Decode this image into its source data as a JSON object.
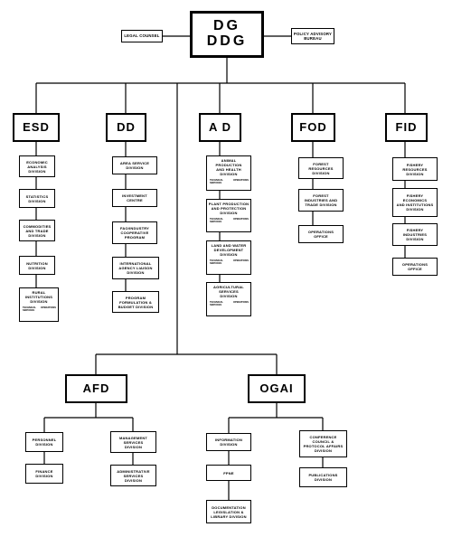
{
  "top": {
    "line1": "DG",
    "line2": "DDG"
  },
  "staff": {
    "legal": "LEGAL COUNSEL",
    "policy": "POLICY ADVISORY\nBUREAU"
  },
  "departments": {
    "esd": {
      "label": "ESD",
      "divisions": [
        "ECONOMIC\nANALYSIS\nDIVISION",
        "STATISTICS\nDIVISION",
        "COMMODITIES\nAND TRADE\nDIVISION",
        "NUTRITION\nDIVISION",
        "RURAL\nINSTITUTIONS\nDIVISION"
      ]
    },
    "dd": {
      "label": "DD",
      "divisions": [
        "AREA SERVICE\nDIVISION",
        "INVESTMENT\nCENTRE",
        "FAO/INDUSTRY\nCOOPERATIVE\nPROGRAM",
        "INTERNATIONAL\nAGENCY LIAISON\nDIVISION",
        "PROGRAM\nFORMULATION &\nBUDGET DIVISION"
      ]
    },
    "ad": {
      "label": "A D",
      "divisions": [
        "ANIMAL PRODUCTION\nAND HEALTH\nDIVISION",
        "PLANT PRODUCTION\nAND PROTECTION\nDIVISION",
        "LAND AND WATER\nDEVELOPMENT\nDIVISION",
        "AGRICULTURAL\nSERVICES\nDIVISION"
      ]
    },
    "fod": {
      "label": "FOD",
      "divisions": [
        "FOREST\nRESOURCES\nDIVISION",
        "FOREST\nINDUSTRIES AND\nTRADE DIVISION",
        "OPERATIONS\nOFFICE"
      ]
    },
    "fid": {
      "label": "FID",
      "divisions": [
        "FISHERY\nRESOURCES\nDIVISION",
        "FISHERY\nECONOMICS\nAND INSTITUTIONS\nDIVISION",
        "FISHERY\nINDUSTRIES\nDIVISION",
        "OPERATIONS\nOFFICE"
      ]
    },
    "afd": {
      "label": "AFD",
      "divisions": [
        "PERSONNEL\nDIVISION",
        "FINANCE\nDIVISION",
        "MANAGEMENT\nSERVICES\nDIVISION",
        "ADMINISTRATIVE\nSERVICES\nDIVISION"
      ]
    },
    "ogai": {
      "label": "OGAI",
      "divisions": [
        "INFORMATION\nDIVISION",
        "FPNE",
        "DOCUMENTATION\nLEGISLATION &\nLIBRARY DIVISION",
        "CONFERENCE\nCOUNCIL &\nPROTOCOL AFFAIRS\nDIVISION",
        "PUBLICATIONS\nDIVISION"
      ]
    }
  },
  "sub_units": {
    "left": "TECHNICAL\nSERVICES",
    "right": "OPERATIONS"
  }
}
